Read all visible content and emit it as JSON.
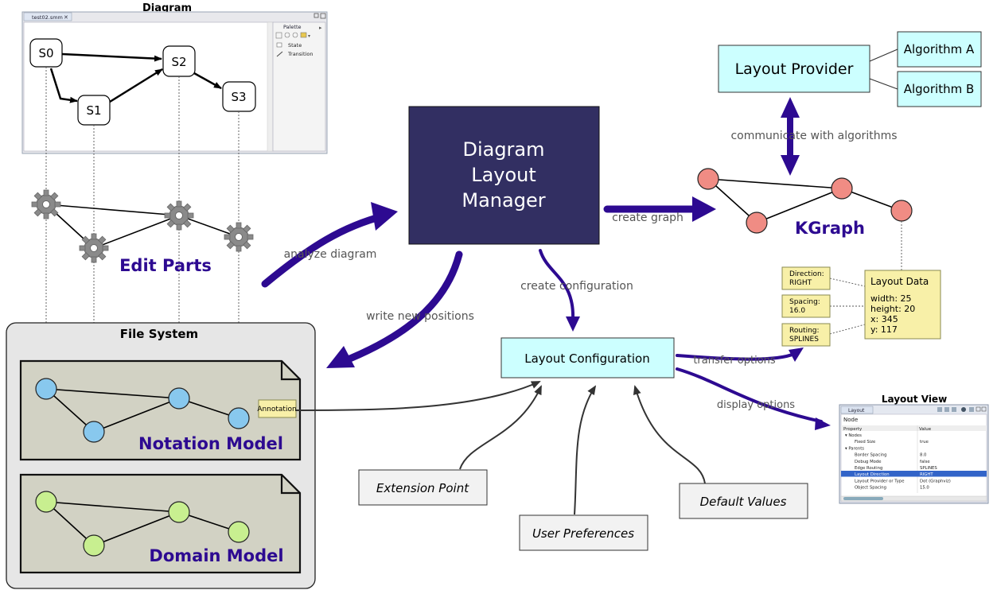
{
  "diagram_window": {
    "title": "Diagram",
    "tab": "test02.smm",
    "palette_title": "Palette",
    "palette_items": [
      "State",
      "Transition"
    ],
    "states": [
      "S0",
      "S1",
      "S2",
      "S3"
    ]
  },
  "edit_parts_label": "Edit Parts",
  "file_system": {
    "title": "File System",
    "notation_model": "Notation Model",
    "domain_model": "Domain Model",
    "annotation": "Annotation"
  },
  "manager": {
    "line1": "Diagram",
    "line2": "Layout",
    "line3": "Manager"
  },
  "layout_provider": "Layout Provider",
  "algorithms": [
    "Algorithm A",
    "Algorithm B"
  ],
  "kgraph_label": "KGraph",
  "layout_configuration": "Layout Configuration",
  "sources": {
    "extension_point": "Extension Point",
    "user_preferences": "User Preferences",
    "default_values": "Default Values"
  },
  "edge_labels": {
    "analyze_diagram": "analyze diagram",
    "write_new_positions": "write new positions",
    "create_configuration": "create configuration",
    "create_graph": "create graph",
    "communicate": "communicate with algorithms",
    "transfer_options": "transfer options",
    "display_options": "display options"
  },
  "options": [
    {
      "name": "Direction:",
      "value": "RIGHT"
    },
    {
      "name": "Spacing:",
      "value": "16.0"
    },
    {
      "name": "Routing:",
      "value": "SPLINES"
    }
  ],
  "layout_data": {
    "title": "Layout Data",
    "lines": [
      "width: 25",
      "height: 20",
      "x: 345",
      "y: 117"
    ]
  },
  "layout_view": {
    "title": "Layout View",
    "tab": "Layout",
    "node_header": "Node",
    "col_property": "Property",
    "col_value": "Value",
    "rows": [
      {
        "property": "▾ Nodes",
        "value": ""
      },
      {
        "property": "Fixed Size",
        "value": "true"
      },
      {
        "property": "▾ Parents",
        "value": ""
      },
      {
        "property": "Border Spacing",
        "value": "8.0"
      },
      {
        "property": "Debug Mode",
        "value": "false"
      },
      {
        "property": "Edge Routing",
        "value": "SPLINES"
      },
      {
        "property": "Layout Direction",
        "value": "RIGHT"
      },
      {
        "property": "Layout Provider or Type",
        "value": "Dot (Graphviz)"
      },
      {
        "property": "Object Spacing",
        "value": "15.0"
      }
    ]
  },
  "colors": {
    "manager_fill": "#322f62",
    "arrow_purple": "#2d0a91",
    "cyan_box": "#ccffff",
    "sticky_yellow": "#f8f0a8",
    "kgraph_node": "#f08c84",
    "notation_node": "#88c8ee",
    "domain_node": "#c8ef90",
    "file_fill": "#d2d2c4",
    "source_fill": "#f2f2f2",
    "view_selection": "#3264c8"
  }
}
